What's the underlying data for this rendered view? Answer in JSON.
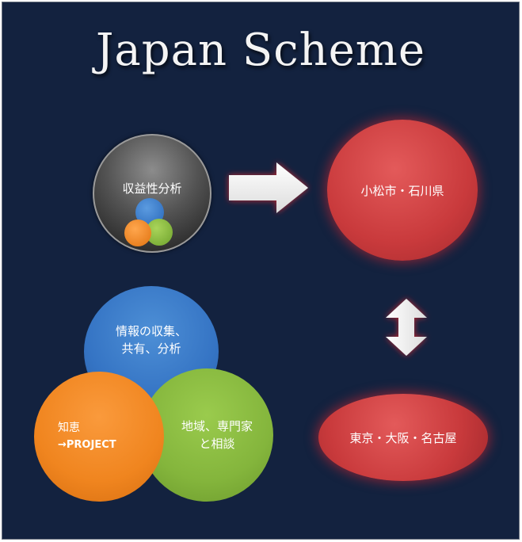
{
  "title": "Japan Scheme",
  "analysis_circle": {
    "label": "収益性分析"
  },
  "komatsu_circle": {
    "label": "小松市・石川県"
  },
  "cities_circle": {
    "label": "東京・大阪・名古屋"
  },
  "info_circle": {
    "line1": "情報の収集、",
    "line2": "共有、分析"
  },
  "wisdom_circle": {
    "line1": "知恵",
    "line2": "→PROJECT"
  },
  "region_circle": {
    "line1": "地域、専門家",
    "line2": "と相談"
  },
  "colors": {
    "background": "#13223f",
    "red": "#c93a3c",
    "blue": "#3574c4",
    "green": "#84b53c",
    "orange": "#f0851f",
    "grey": "#545454"
  },
  "icons": [
    "right-arrow-icon",
    "up-down-arrow-icon"
  ]
}
